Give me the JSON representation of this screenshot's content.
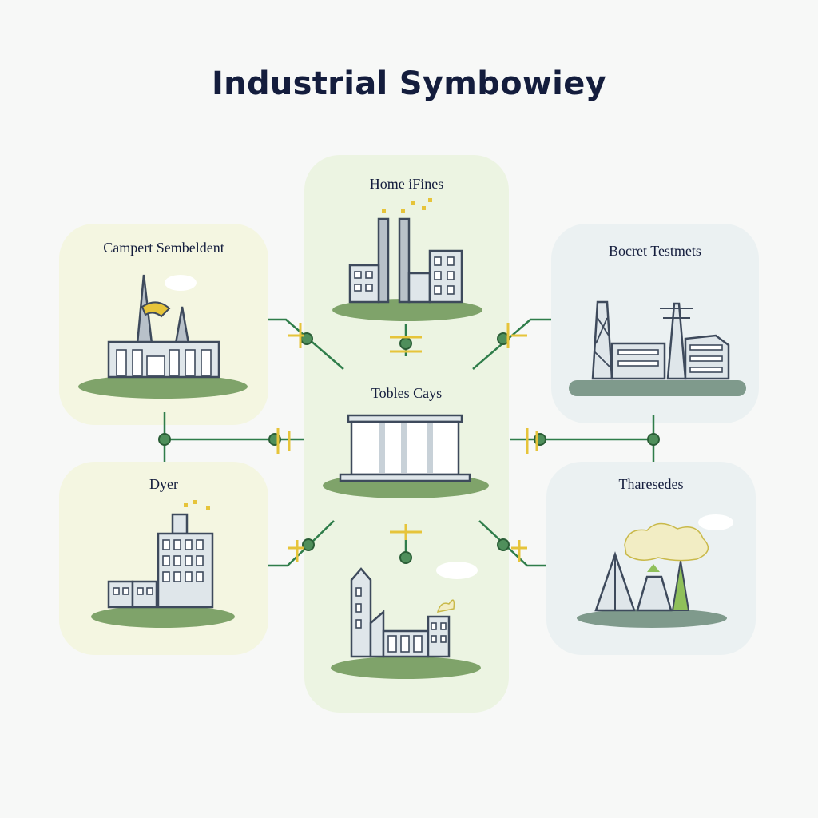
{
  "title": "Industrial Symbowiey",
  "panels": {
    "top_left": {
      "label": "Campert Sembeldent"
    },
    "top_center": {
      "label": "Home iFines"
    },
    "center": {
      "label": "Tobles Cays"
    },
    "top_right": {
      "label": "Bocret Testmets"
    },
    "bottom_left": {
      "label": "Dyer"
    },
    "bottom_right": {
      "label": "Tharesedes"
    },
    "bottom_center": {
      "label": ""
    }
  },
  "colors": {
    "title": "#141d3d",
    "panel_yellow_tint": "#f4f6e1",
    "panel_green_tint": "#ecf4e2",
    "panel_blue_tint": "#ebf1f2",
    "connector": "#2f7d4a",
    "accent": "#e6c43a",
    "ground": "#7fa36a"
  }
}
